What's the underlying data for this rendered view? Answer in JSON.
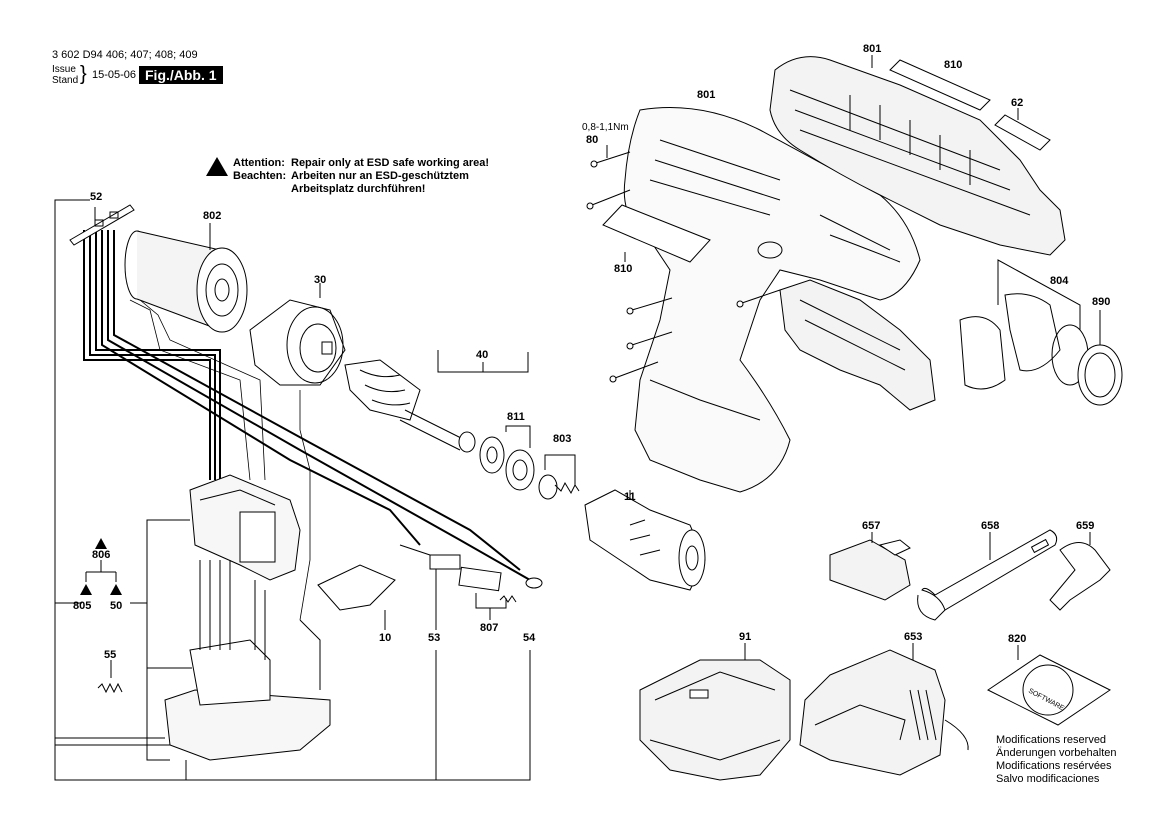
{
  "header": {
    "doc_number": "3 602 D94 406; 407; 408; 409",
    "issue_label": "Issue",
    "stand_label": "Stand",
    "date": "15-05-06",
    "figure": "Fig./Abb. 1"
  },
  "warning": {
    "label_en": "Attention:",
    "label_de": "Beachten:",
    "text_en": "Repair only at ESD safe working area!",
    "text_de_1": "Arbeiten nur an ESD-geschütztem",
    "text_de_2": "Arbeitsplatz durchführen!"
  },
  "torque_note": "0,8-1,1Nm",
  "software_label": "SOFTWARE",
  "part_labels": {
    "p52": "52",
    "p802": "802",
    "p30": "30",
    "p40": "40",
    "p811": "811",
    "p803": "803",
    "p11": "11",
    "p801a": "801",
    "p80": "80",
    "p810a": "810",
    "p801b": "801",
    "p810b": "810",
    "p62": "62",
    "p804": "804",
    "p890": "890",
    "p806": "806",
    "p805": "805",
    "p50": "50",
    "p55": "55",
    "p10": "10",
    "p53": "53",
    "p807": "807",
    "p54": "54",
    "p657": "657",
    "p658": "658",
    "p659": "659",
    "p91": "91",
    "p653": "653",
    "p820": "820"
  },
  "modifications": [
    "Modifications reserved",
    "Änderungen vorbehalten",
    "Modifications resérvées",
    "Salvo modificaciones"
  ]
}
